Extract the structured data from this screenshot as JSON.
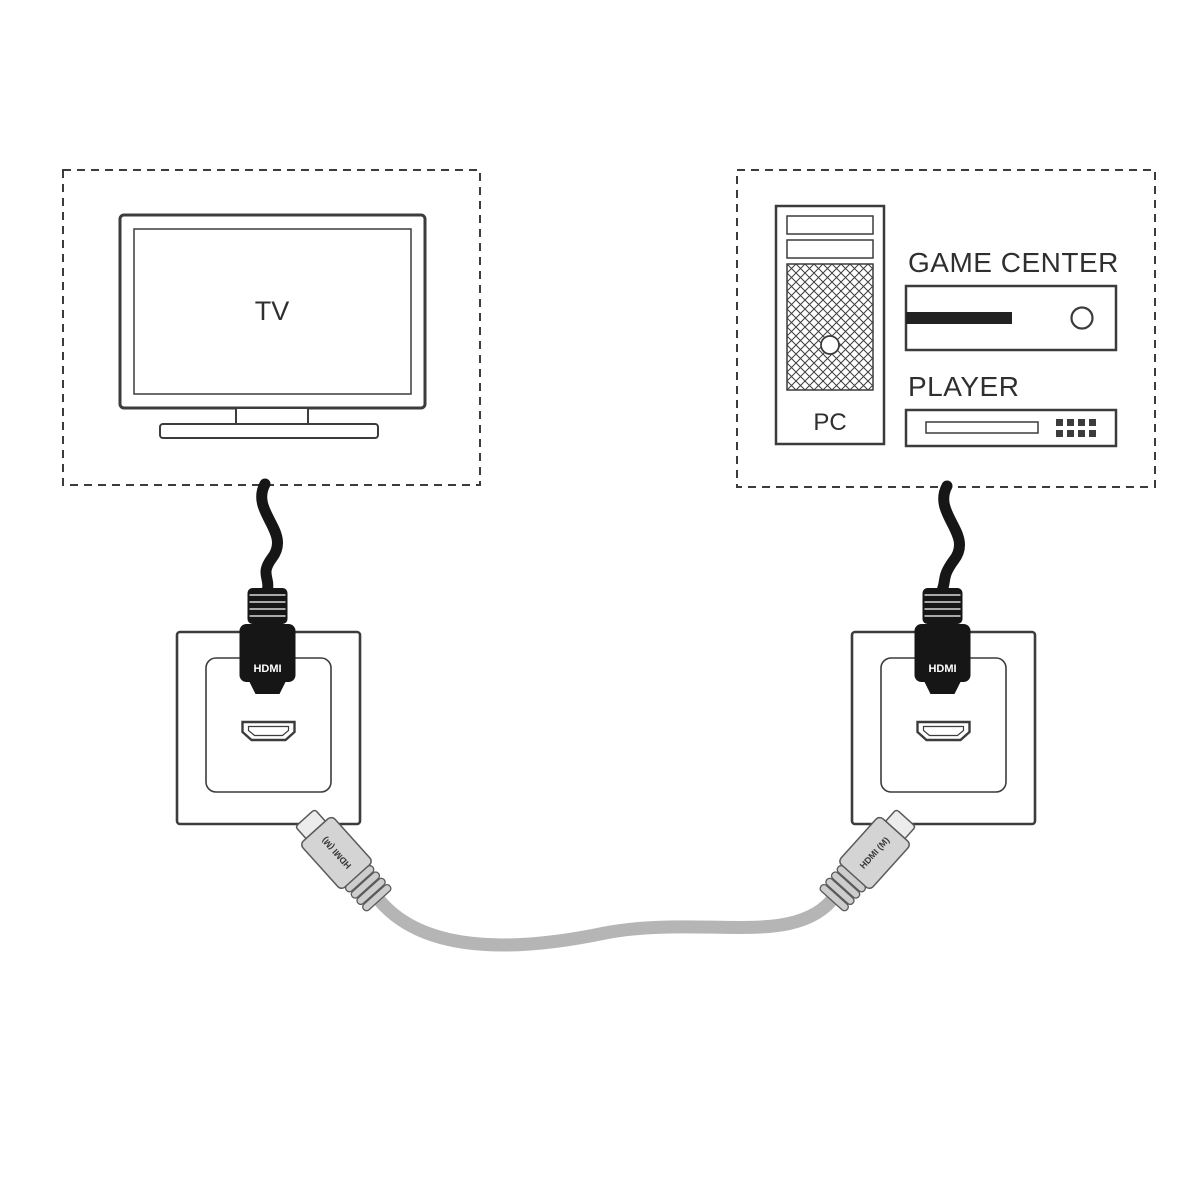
{
  "labels": {
    "tv": "TV",
    "pc": "PC",
    "game_center": "GAME CENTER",
    "player": "PLAYER",
    "wall_plug": "HDMI",
    "male_plug": "HDMI (M)"
  },
  "colors": {
    "outline": "#3c3c3c",
    "text": "#2f2f2f",
    "black_cable": "#161616",
    "gray_cable": "#b5b5b5",
    "gray_connector_body": "#d4d4d4",
    "background": "#ffffff"
  }
}
